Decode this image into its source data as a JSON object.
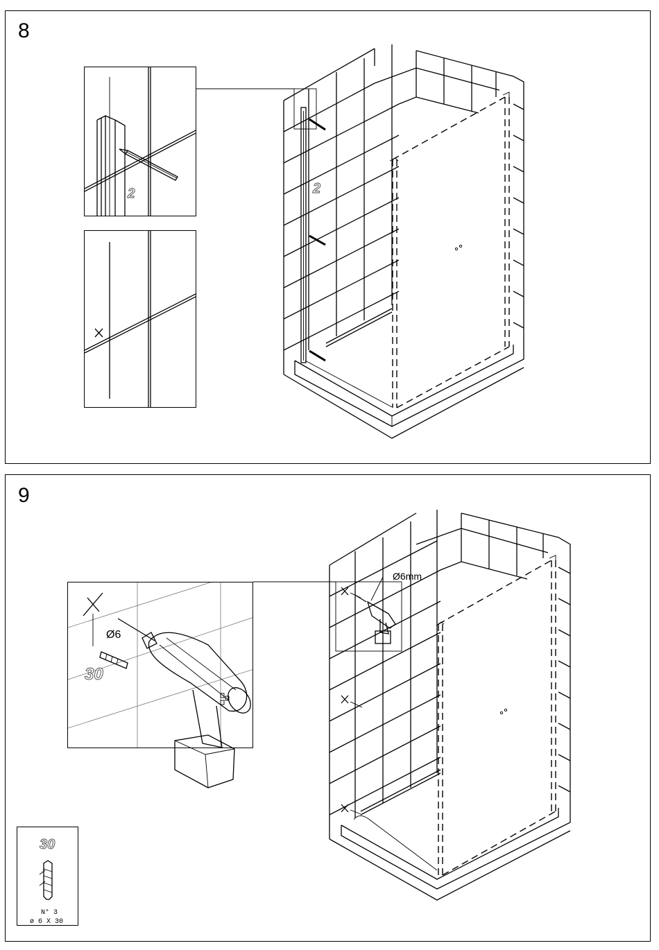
{
  "step8": {
    "number": "8",
    "inset_label": "2",
    "main_label": "2"
  },
  "step9": {
    "number": "9",
    "drill_diameter_inset": "Ø6",
    "drill_diameter_main": "Ø6mm",
    "plug_quantity_inset": "30",
    "legend": {
      "code": "30",
      "count_line": "N° 3",
      "size_line": "ø 6 X 30"
    }
  }
}
